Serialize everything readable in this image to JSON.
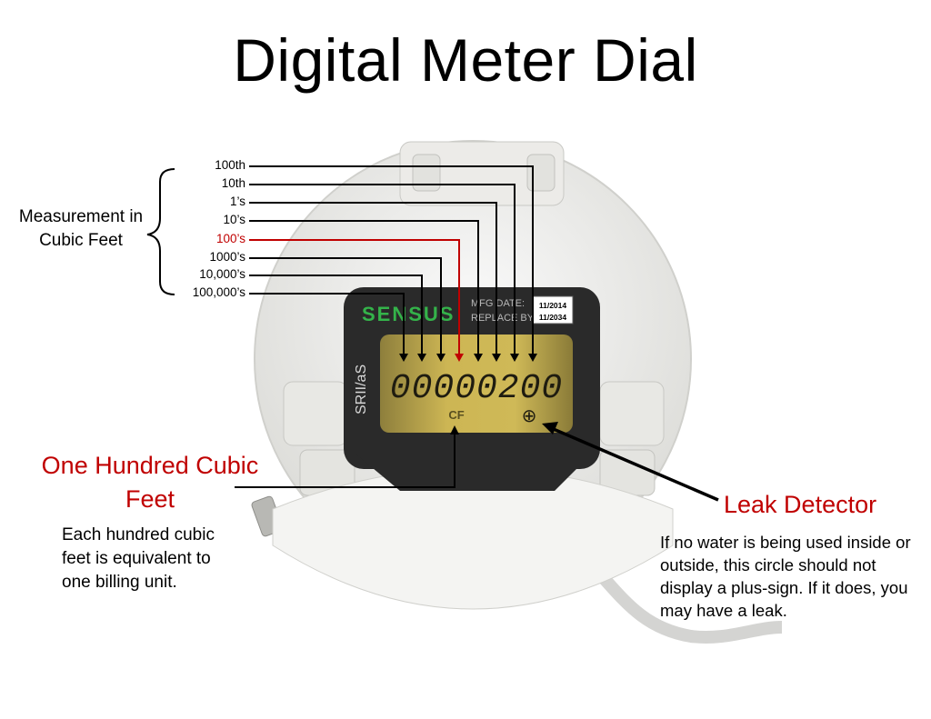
{
  "title": "Digital Meter Dial",
  "measurement_label": "Measurement in Cubic Feet",
  "digit_labels": [
    "100th",
    "10th",
    "1’s",
    "10’s",
    "100’s",
    "1000’s",
    "10,000’s",
    "100,000’s"
  ],
  "highlighted_label": "100’s",
  "meter": {
    "brand": "SENSUS",
    "mfg_label": "MFG DATE:",
    "replace_label": "REPLACE BY:",
    "mfg_date": "11/2014",
    "replace_date": "11/2034",
    "model": "SRII/aS",
    "reading": "00000200",
    "unit": "CF",
    "leak_symbol": "⊕"
  },
  "hundred": {
    "title": "One Hundred Cubic Feet",
    "description": "Each hundred cubic feet is equivalent to one billing unit."
  },
  "leak": {
    "title": "Leak Detector",
    "description": "If no water is being used inside or outside, this circle should not display a plus-sign. If it does, you may have a leak."
  },
  "colors": {
    "accent_red": "#c00000",
    "lcd": "#c8b14a",
    "body": "#efefed"
  }
}
